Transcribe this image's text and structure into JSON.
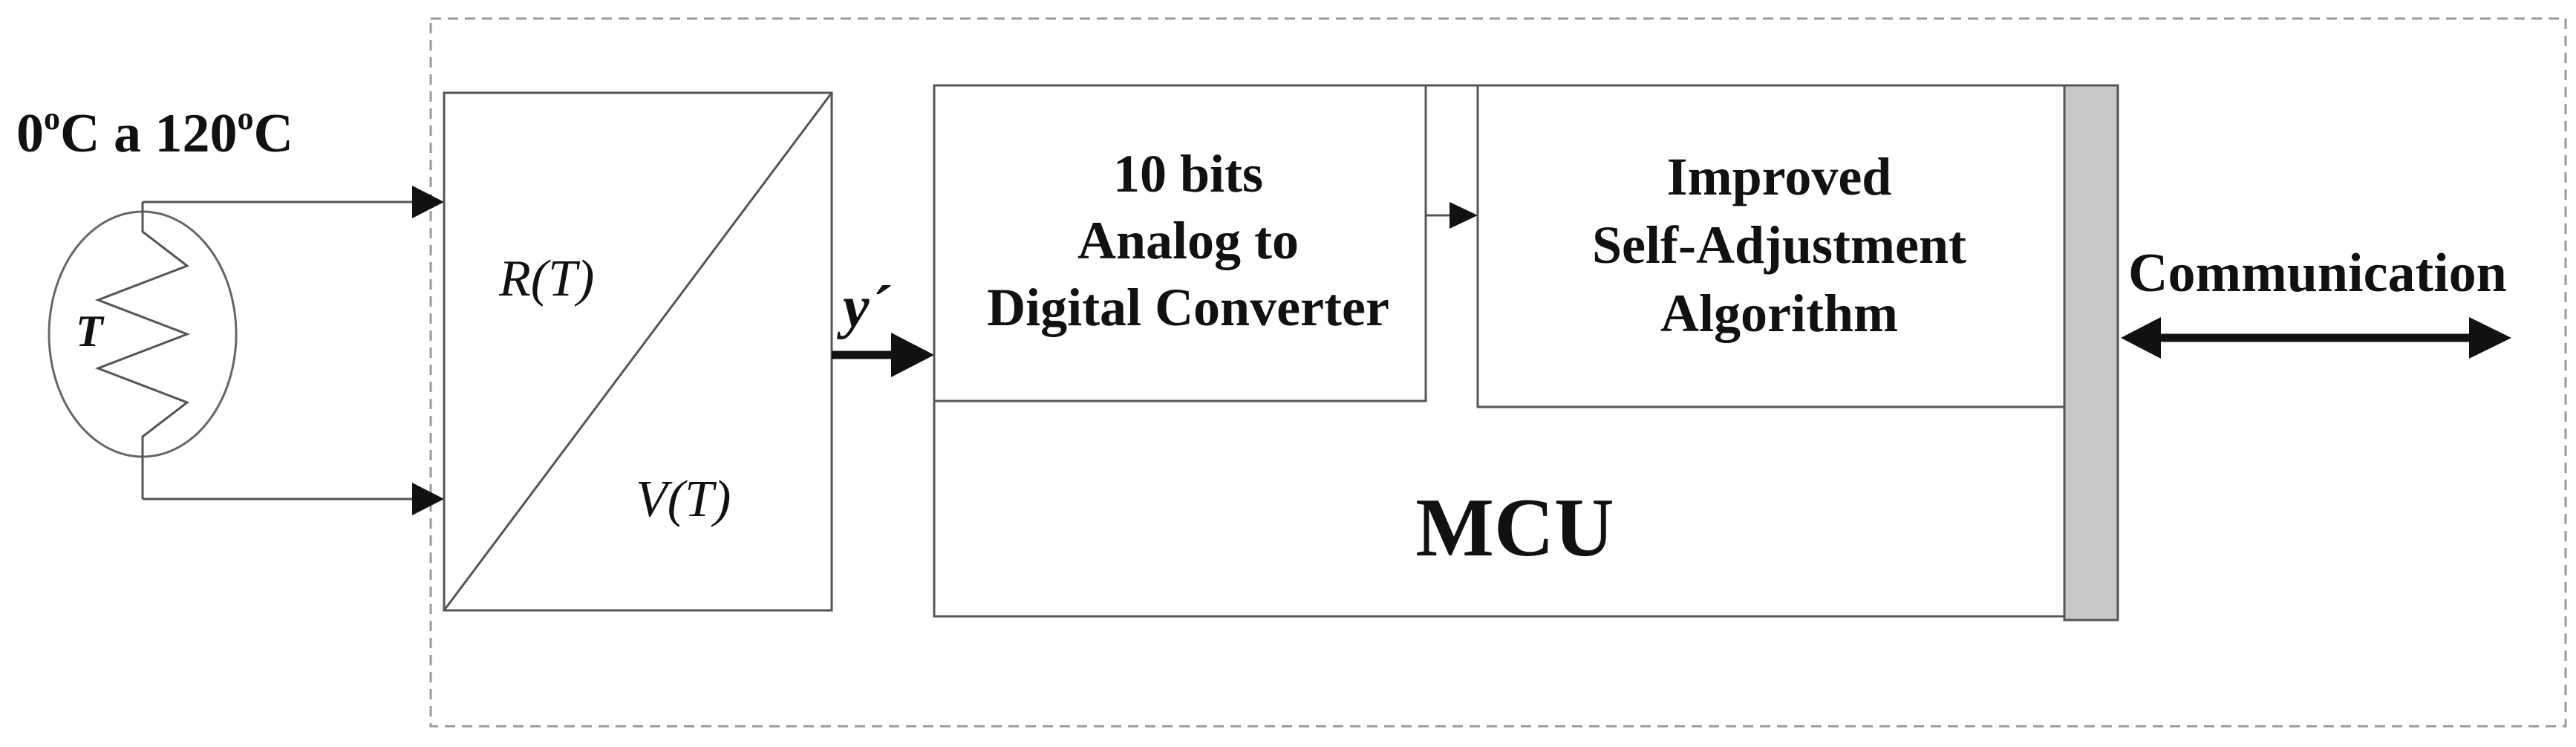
{
  "temperature_range": {
    "prefix": "0",
    "sup1": "o",
    "mid": "C a 120",
    "sup2": "o",
    "suffix": "C"
  },
  "sensor": {
    "label": "T",
    "icon": "thermistor-icon"
  },
  "converter_block": {
    "top_label": "R(T)",
    "bottom_label": "V(T)"
  },
  "signal_label": "y´",
  "adc_block": {
    "lines": [
      "10 bits",
      "Analog to",
      "Digital Converter"
    ]
  },
  "algorithm_block": {
    "lines": [
      "Improved",
      "Self-Adjustment",
      "Algorithm"
    ]
  },
  "mcu_block": {
    "label": "MCU"
  },
  "communication_label": "Communication",
  "colors": {
    "line": "#555555",
    "text": "#111111",
    "port": "#c8c8c8",
    "dashed": "#999999"
  }
}
